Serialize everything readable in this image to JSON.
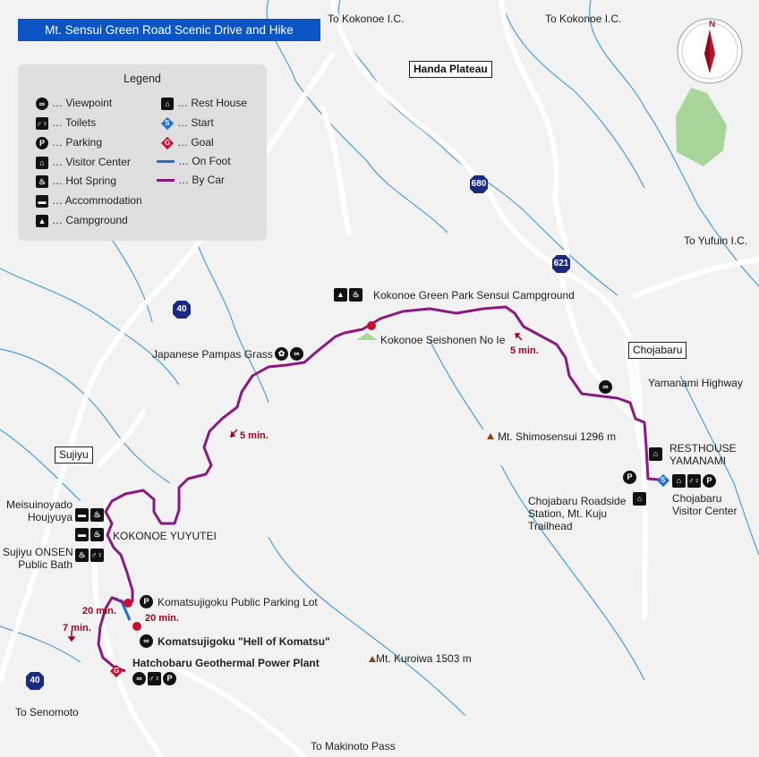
{
  "title": "Mt. Sensui Green Road Scenic Drive and Hike",
  "legend": {
    "title": "Legend",
    "items": [
      {
        "icon": "binoculars-icon",
        "label": "… Viewpoint"
      },
      {
        "icon": "toilet-icon",
        "label": "… Toilets"
      },
      {
        "icon": "parking-icon",
        "label": "… Parking"
      },
      {
        "icon": "visitor-center-icon",
        "label": "… Visitor Center"
      },
      {
        "icon": "hot-spring-icon",
        "label": "… Hot Spring"
      },
      {
        "icon": "bed-icon",
        "label": "… Accommodation"
      },
      {
        "icon": "tent-icon",
        "label": "… Campground"
      },
      {
        "icon": "house-icon",
        "label": "… Rest House"
      },
      {
        "icon": "start-icon",
        "label": "… Start"
      },
      {
        "icon": "goal-icon",
        "label": "… Goal"
      },
      {
        "icon": "on-foot-line",
        "label": "… On Foot"
      },
      {
        "icon": "by-car-line",
        "label": "… By Car"
      }
    ]
  },
  "colors": {
    "on_foot": "#1f6fd6",
    "by_car": "#8a1a7f",
    "road": "#ffffff",
    "river": "#4a9fd8",
    "title_bg": "#0a54c4",
    "goal": "#c8102e",
    "start": "#1f6fd6"
  },
  "compass": {
    "letter": "N"
  },
  "regions": {
    "handa": "Handa Plateau",
    "chojabaru": "Chojabaru",
    "sujiyu": "Sujiyu"
  },
  "routes": {
    "r40a": "40",
    "r40b": "40",
    "r680": "680",
    "r621": "621"
  },
  "directions": {
    "kokonoe_ic_1": "To Kokonoe I.C.",
    "kokonoe_ic_2": "To Kokonoe I.C.",
    "yufuin": "To Yufuin I.C.",
    "senomoto": "To Senomoto",
    "makinoto": "To Makinoto Pass"
  },
  "places": {
    "campground": "Kokonoe Green Park Sensui Campground",
    "seishonen": "Kokonoe Seishonen No Ie",
    "pampas": "Japanese Pampas Grass",
    "shimosensui": "Mt. Shimosensui 1296 m",
    "kuroiwa": "Mt. Kuroiwa 1503 m",
    "yamanami": "Yamanami Highway",
    "resthouse": "RESTHOUSE\nYAMANAMI",
    "visitor": "Chojabaru\nVisitor Center",
    "roadside": "Chojabaru Roadside\nStation, Mt. Kuju\nTrailhead",
    "meisui": "Meisuinoyado\nHoujyuya",
    "yuyutei": "KOKONOE YUYUTEI",
    "sujiyu_bath": "Sujiyu ONSEN\nPublic Bath",
    "komatsu_parking": "Komatsujigoku Public Parking Lot",
    "komatsu_hell": "Komatsujigoku \"Hell of Komatsu\"",
    "hatchobaru": "Hatchobaru Geothermal Power Plant"
  },
  "times": {
    "t1": "5 min.",
    "t2": "5 min.",
    "t3": "20 min.",
    "t4": "20 min.",
    "t5": "7 min."
  }
}
